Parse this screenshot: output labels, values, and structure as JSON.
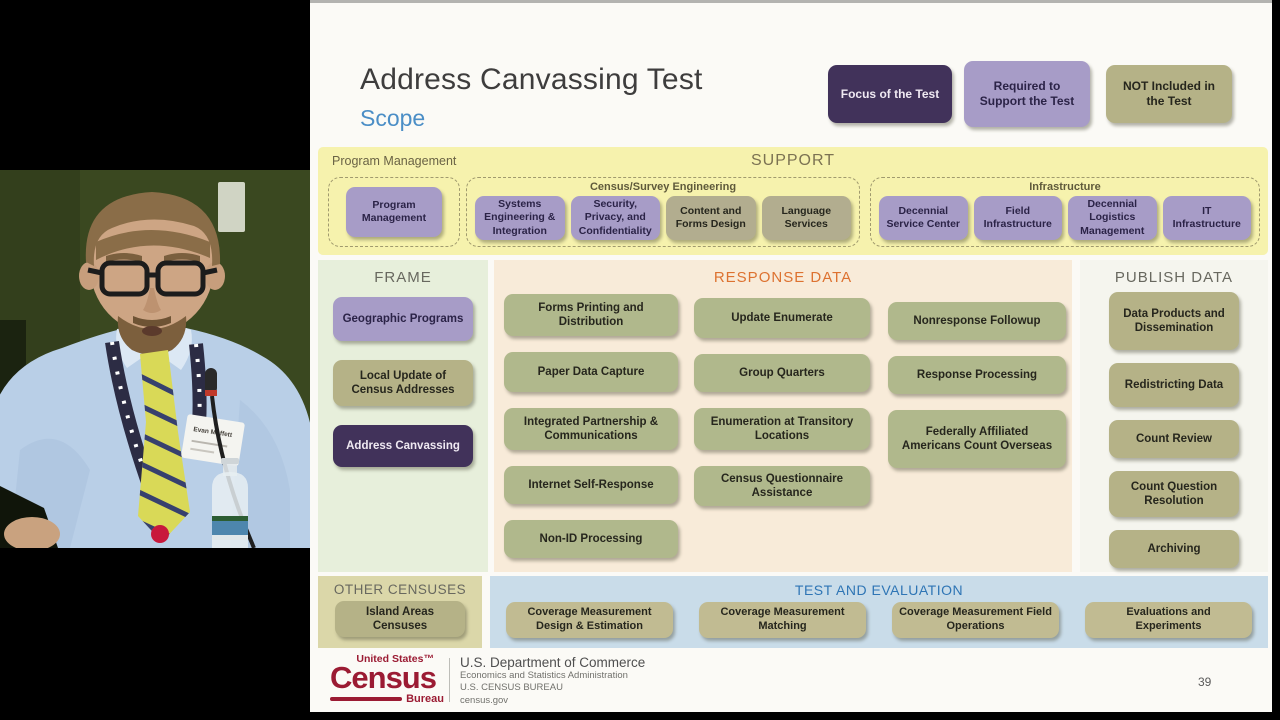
{
  "presenter": {
    "badge_name": "Evan Moffett"
  },
  "slide": {
    "title": "Address Canvassing Test",
    "subtitle": "Scope",
    "page_number": "39",
    "legend": {
      "focus": "Focus of the Test",
      "required": "Required to Support the Test",
      "not_included": "NOT Included in the Test"
    },
    "support": {
      "corner_label": "Program Management",
      "header": "SUPPORT",
      "group1": {
        "box1": "Program Management"
      },
      "group2": {
        "label": "Census/Survey Engineering",
        "box1": "Systems Engineering & Integration",
        "box2": "Security, Privacy, and Confidentiality",
        "box3": "Content and Forms Design",
        "box4": "Language Services"
      },
      "group3": {
        "label": "Infrastructure",
        "box1": "Decennial Service Center",
        "box2": "Field Infrastructure",
        "box3": "Decennial Logistics Management",
        "box4": "IT Infrastructure"
      }
    },
    "frame": {
      "header": "FRAME",
      "box1": "Geographic Programs",
      "box2": "Local Update of Census Addresses",
      "box3": "Address Canvassing"
    },
    "response": {
      "header": "RESPONSE DATA",
      "col1": [
        "Forms Printing and Distribution",
        "Paper Data Capture",
        "Integrated Partnership & Communications",
        "Internet Self-Response",
        "Non-ID Processing"
      ],
      "col2": [
        "Update Enumerate",
        "Group Quarters",
        "Enumeration at Transitory Locations",
        "Census Questionnaire Assistance"
      ],
      "col3": [
        "Nonresponse Followup",
        "Response Processing",
        "Federally Affiliated Americans Count Overseas"
      ]
    },
    "publish": {
      "header": "PUBLISH DATA",
      "boxes": [
        "Data Products and Dissemination",
        "Redistricting Data",
        "Count Review",
        "Count Question Resolution",
        "Archiving"
      ]
    },
    "other": {
      "header": "OTHER CENSUSES",
      "box1": "Island Areas Censuses"
    },
    "test_eval": {
      "header": "TEST AND EVALUATION",
      "boxes": [
        "Coverage Measurement Design & Estimation",
        "Coverage Measurement Matching",
        "Coverage Measurement Field Operations",
        "Evaluations and Experiments"
      ]
    },
    "footer": {
      "logo_top": "United States™",
      "logo_main": "Census",
      "logo_bureau": "Bureau",
      "line1": "U.S. Department of Commerce",
      "line2": "Economics and Statistics Administration",
      "line3": "U.S. CENSUS BUREAU",
      "line4": "census.gov"
    }
  },
  "colors": {
    "focus": "#41325a",
    "required": "#a79cc7",
    "not_included": "#b5b287",
    "support_bg": "#f6f2ad",
    "frame_bg": "#e7efdb",
    "response_bg": "#f8ebd9",
    "publish_bg": "#f5f5ee",
    "other_bg": "#dbd7a9",
    "testeval_bg": "#c9dce9",
    "response_header": "#dd7230",
    "testeval_header": "#2e75b5",
    "subtitle_blue": "#4b8ec6",
    "census_logo_red": "#9b1b33"
  }
}
